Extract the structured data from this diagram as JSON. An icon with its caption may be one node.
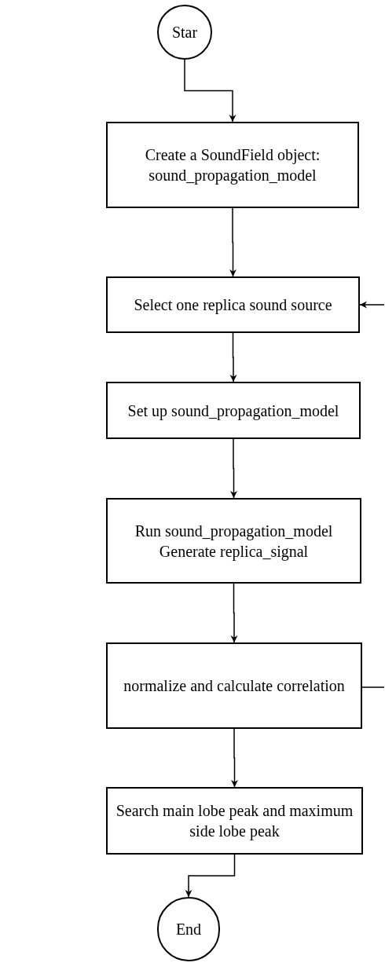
{
  "diagram": {
    "nodes": [
      {
        "text": [
          "Star"
        ]
      },
      {
        "text": [
          "Create a SoundField object: sound_propagation_model"
        ]
      },
      {
        "text": [
          "Select one replica sound source"
        ]
      },
      {
        "text": [
          "Set up sound_propagation_model"
        ]
      },
      {
        "text": [
          "Run sound_propagation_model Generate replica_signal"
        ]
      },
      {
        "text": [
          "normalize and calculate correlation"
        ]
      },
      {
        "text": [
          "Search main lobe peak and maximum side lobe peak"
        ]
      },
      {
        "text": [
          "End"
        ]
      }
    ],
    "edges": [
      {
        "from": 0,
        "to": 1,
        "arrow": "to"
      },
      {
        "from": 1,
        "to": 2,
        "arrow": "to"
      },
      {
        "from": 2,
        "to": 3,
        "arrow": "to"
      },
      {
        "from": 3,
        "to": 4,
        "arrow": "to"
      },
      {
        "from": 4,
        "to": 5,
        "arrow": "to"
      },
      {
        "from": 5,
        "to": 6,
        "arrow": "to"
      },
      {
        "from": 6,
        "to": 7,
        "arrow": "to"
      },
      {
        "from": 5,
        "to": null,
        "arrow": "none"
      },
      {
        "from": null,
        "to": 2,
        "arrow": "to"
      }
    ]
  }
}
